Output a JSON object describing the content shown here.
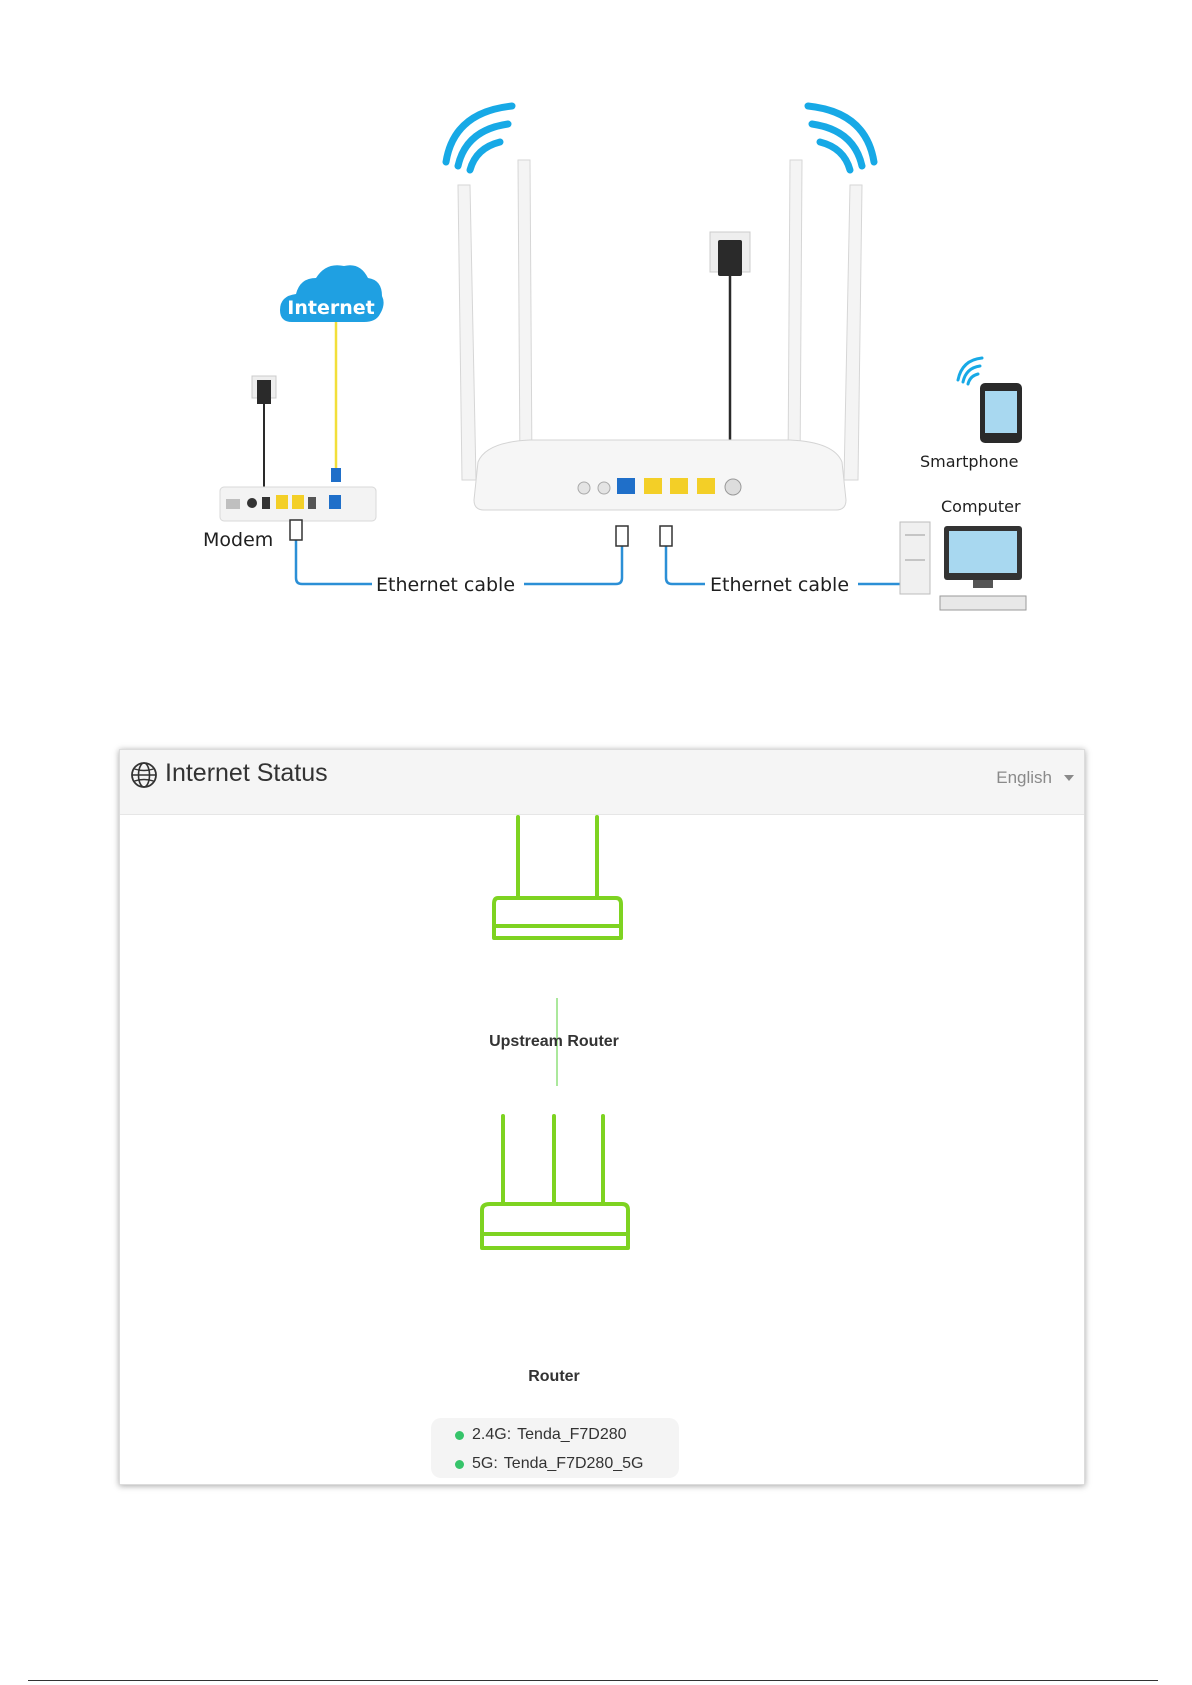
{
  "diagram": {
    "cloud_label": "Internet",
    "modem_label": "Modem",
    "cable_label_left": "Ethernet cable",
    "cable_label_right": "Ethernet cable",
    "smartphone_label": "Smartphone",
    "computer_label": "Computer",
    "colors": {
      "cloud": "#1fa0e2",
      "wifi": "#17a9e6",
      "cable_blue": "#2b8fd6",
      "cable_yellow": "#f2df3a",
      "port_yellow": "#f3cf27",
      "port_blue": "#1f6fc9"
    }
  },
  "panel": {
    "title": "Internet Status",
    "title_icon": "globe-icon",
    "language": "English",
    "upstream_label": "Upstream Router",
    "router_label": "Router",
    "ssids": [
      {
        "band": "2.4G:",
        "name": "Tenda_F7D280"
      },
      {
        "band": "5G:",
        "name": "Tenda_F7D280_5G"
      }
    ],
    "colors": {
      "router_green": "#7ed321",
      "link_green": "#8fe07a",
      "status_dot": "#36c46a"
    }
  }
}
